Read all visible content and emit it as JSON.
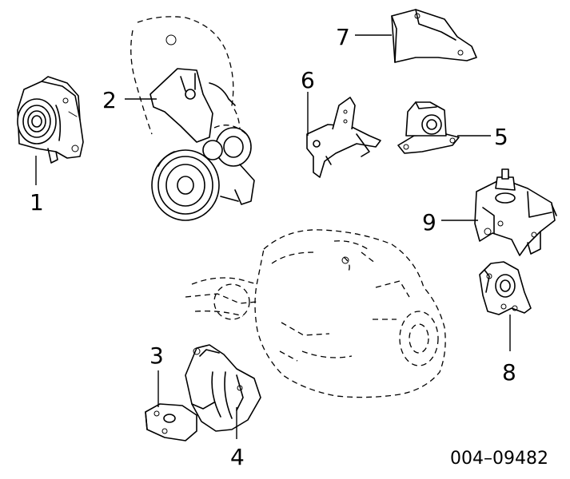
{
  "callouts": {
    "c1": "1",
    "c2": "2",
    "c3": "3",
    "c4": "4",
    "c5": "5",
    "c6": "6",
    "c7": "7",
    "c8": "8",
    "c9": "9"
  },
  "figure_code": "004–09482",
  "parts": [
    {
      "id": "1",
      "name": "mount-1-icon"
    },
    {
      "id": "2",
      "name": "engine-front-cover-icon"
    },
    {
      "id": "3",
      "name": "mount-3-icon"
    },
    {
      "id": "4",
      "name": "mount-bracket-4-icon"
    },
    {
      "id": "5",
      "name": "mount-5-icon"
    },
    {
      "id": "6",
      "name": "bracket-6-icon"
    },
    {
      "id": "7",
      "name": "bracket-7-icon"
    },
    {
      "id": "8",
      "name": "mount-8-icon"
    },
    {
      "id": "9",
      "name": "mount-bracket-9-icon"
    }
  ]
}
